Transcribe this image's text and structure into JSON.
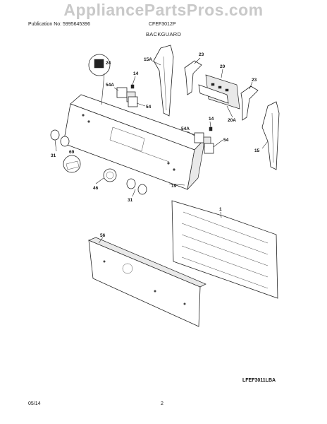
{
  "watermark": "AppliancePartsPros.com",
  "header": {
    "publication": "Publication No: 5995645396",
    "model": "CFEF3012P",
    "section": "BACKGUARD"
  },
  "diagram_ref": "LFEF3011LBA",
  "footer": {
    "date": "05/14",
    "page": "2"
  },
  "callouts": {
    "c24": "24",
    "c15a": "15A",
    "c23a": "23",
    "c20": "20",
    "c14a": "14",
    "c54a_a": "54A",
    "c54_a": "54",
    "c23b": "23",
    "c20a": "20A",
    "c14b": "14",
    "c54a_b": "54A",
    "c54_b": "54",
    "c15": "15",
    "c31a": "31",
    "c69": "69",
    "c46": "46",
    "c19": "19",
    "c31b": "31",
    "c1": "1",
    "c56": "56"
  }
}
